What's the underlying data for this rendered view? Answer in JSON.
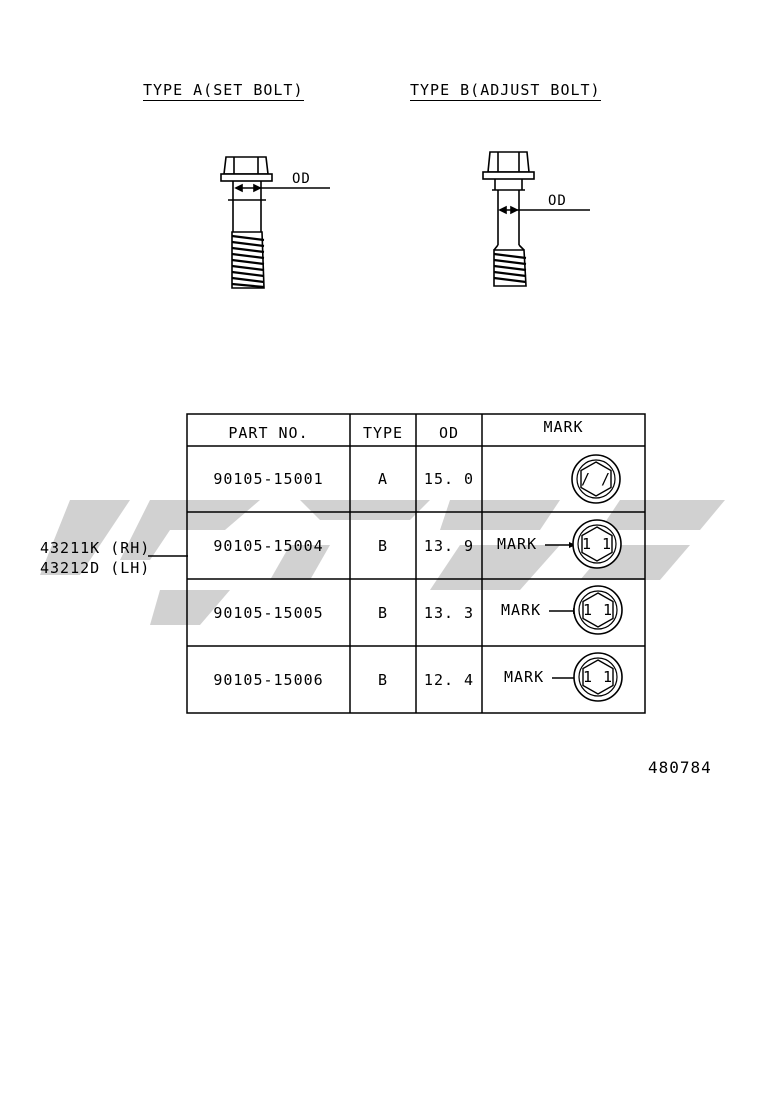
{
  "titles": {
    "type_a": "TYPE A(SET BOLT)",
    "type_b": "TYPE B(ADJUST BOLT)"
  },
  "diagram": {
    "od_label_a": "OD",
    "od_label_b": "OD"
  },
  "callout": {
    "line1": "43211K (RH)",
    "line2": "43212D (LH)"
  },
  "table": {
    "headers": {
      "part_no": "PART NO.",
      "type": "TYPE",
      "od": "OD",
      "mark": "MARK"
    },
    "rows": [
      {
        "part_no": "90105-15001",
        "type": "A",
        "od": "15. 0",
        "mark_label": "",
        "head_mark": "/ /"
      },
      {
        "part_no": "90105-15004",
        "type": "B",
        "od": "13. 9",
        "mark_label": "MARK",
        "head_mark": "1 1"
      },
      {
        "part_no": "90105-15005",
        "type": "B",
        "od": "13. 3",
        "mark_label": "MARK",
        "head_mark": "1 1"
      },
      {
        "part_no": "90105-15006",
        "type": "B",
        "od": "12. 4",
        "mark_label": "MARK",
        "head_mark": "1 1"
      }
    ]
  },
  "figure_code": "480784",
  "colors": {
    "watermark": "#c8c8c8",
    "ink": "#000000"
  }
}
